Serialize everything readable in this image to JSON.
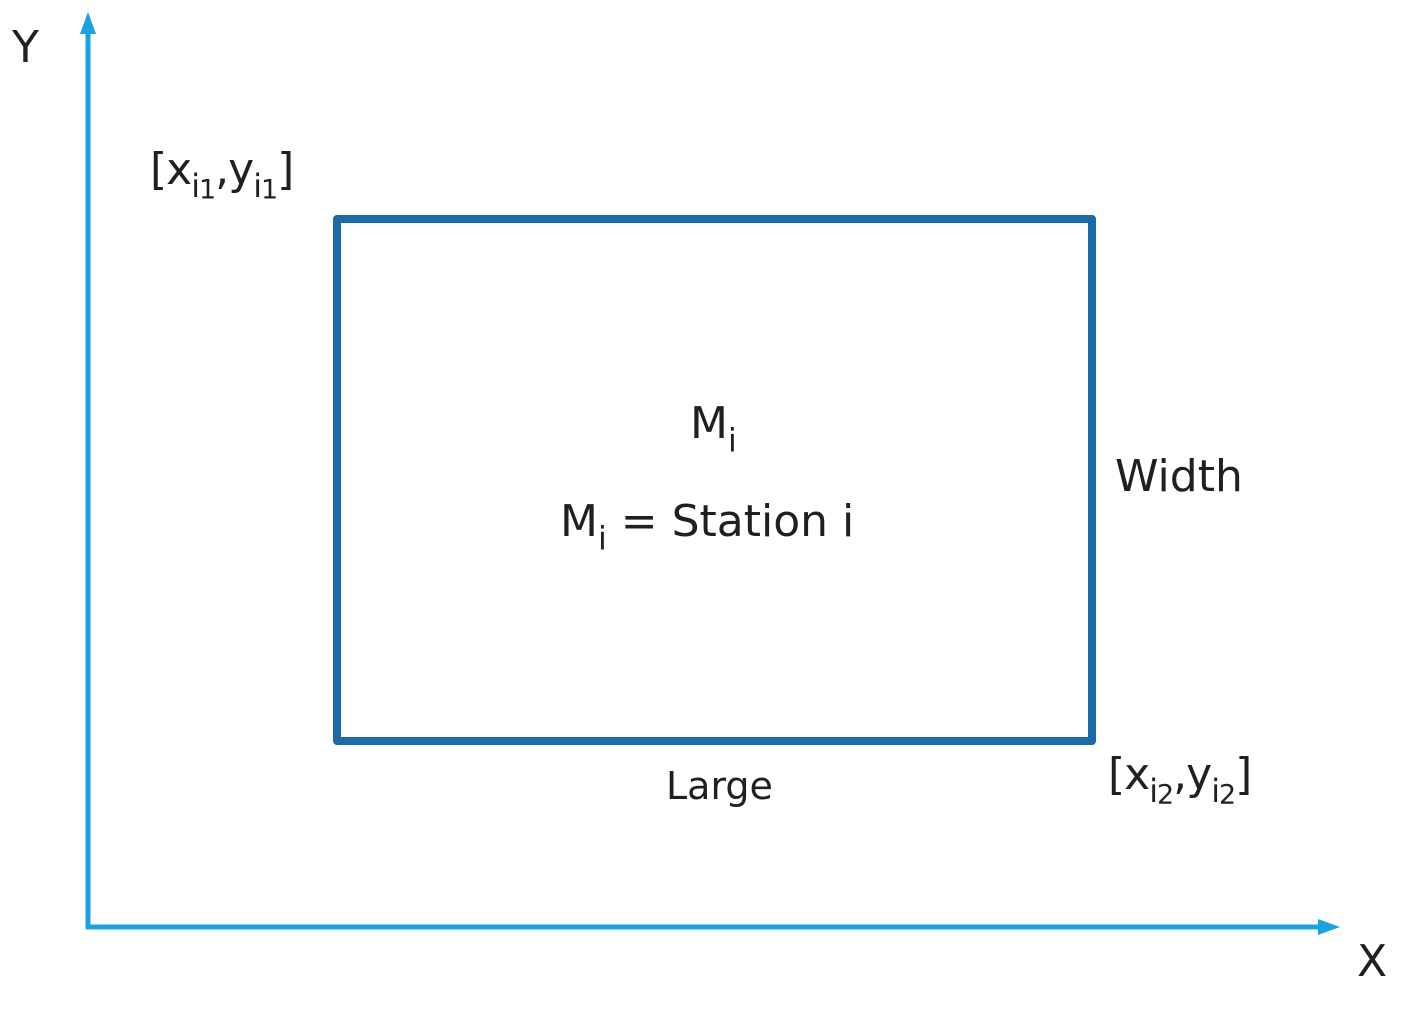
{
  "colors": {
    "axis": "#1aa3e0",
    "station_box": "#1b6aaa",
    "text": "#231f20"
  },
  "axes": {
    "y_label": "Y",
    "x_label": "X"
  },
  "corners": {
    "top_left": {
      "open": "[x",
      "sub_letter": "i",
      "sub_index": "1",
      "sep": ",y",
      "close": "]"
    },
    "bottom_right": {
      "open": "[x",
      "sub_letter": "i",
      "sub_index": "2",
      "sep": ",y",
      "close": "]"
    }
  },
  "station": {
    "symbol": "M",
    "subscript": "i",
    "equals": " = ",
    "name": "Station i"
  },
  "dimensions": {
    "width_label": "Width",
    "large_label": "Large"
  }
}
